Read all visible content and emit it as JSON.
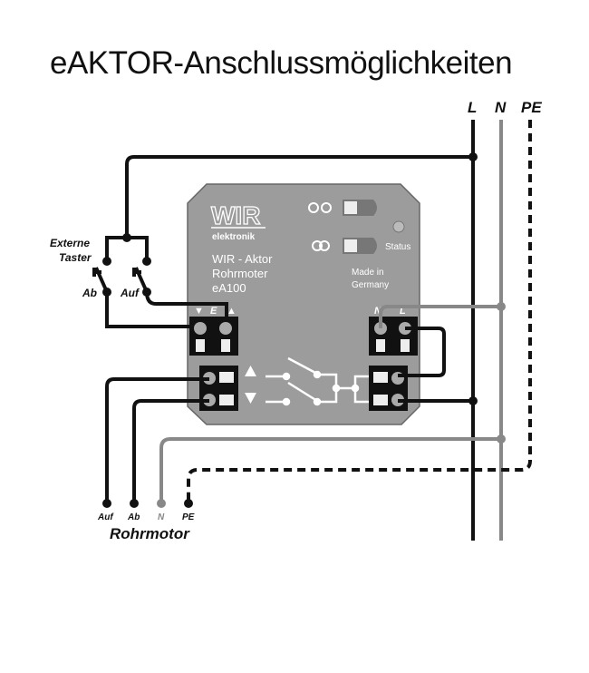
{
  "title": "eAKTOR-Anschlussmöglichkeiten",
  "bus_labels": {
    "L": "L",
    "N": "N",
    "PE": "PE"
  },
  "external_switch": {
    "title_line1": "Externe",
    "title_line2": "Taster",
    "ab": "Ab",
    "auf": "Auf"
  },
  "device": {
    "brand": "WIR",
    "brand_sub": "elektronik",
    "line1": "WIR - Aktor",
    "line2": "Rohrmoter",
    "line3": "eA100",
    "status": "Status",
    "made_in_1": "Made in",
    "made_in_2": "Germany",
    "terminal_left_label": "E",
    "terminal_n": "N",
    "terminal_l": "L"
  },
  "motor": {
    "auf": "Auf",
    "ab": "Ab",
    "n": "N",
    "pe": "PE",
    "title": "Rohrmotor"
  },
  "colors": {
    "device": "#9c9c9c",
    "wire": "#111111",
    "neutral": "#888888"
  }
}
